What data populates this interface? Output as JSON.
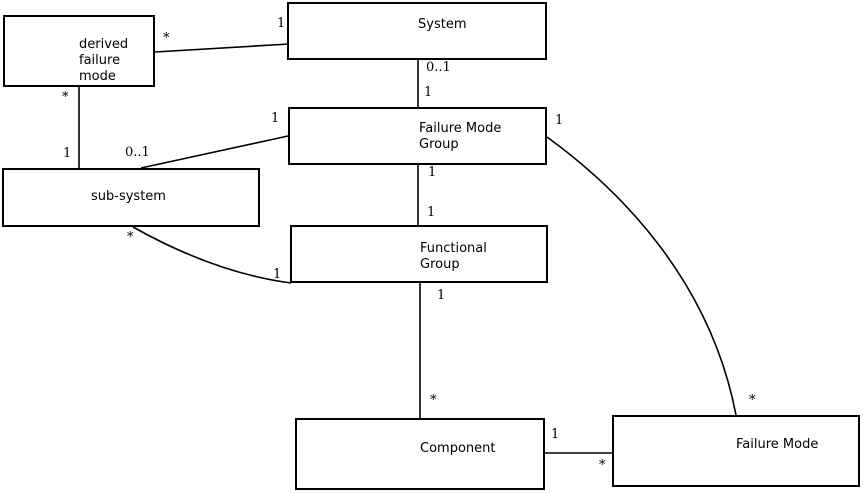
{
  "diagram": {
    "background_color": "#ffffff",
    "line_color": "#000000",
    "text_color": "#000000",
    "nodes": [
      {
        "id": "derived-failure-mode",
        "lines": [
          "derived",
          "failure",
          "mode"
        ]
      },
      {
        "id": "system",
        "lines": [
          "System"
        ]
      },
      {
        "id": "failure-mode-group",
        "lines": [
          "Failure Mode",
          "Group"
        ]
      },
      {
        "id": "sub-system",
        "lines": [
          "sub-system"
        ]
      },
      {
        "id": "functional-group",
        "lines": [
          "Functional",
          "Group"
        ]
      },
      {
        "id": "component",
        "lines": [
          "Component"
        ]
      },
      {
        "id": "failure-mode",
        "lines": [
          "Failure Mode"
        ]
      }
    ],
    "edges": [
      {
        "from": "derived failure mode",
        "to": "System",
        "from_mult": "*",
        "to_mult": "1"
      },
      {
        "from": "derived failure mode",
        "to": "sub-system",
        "from_mult": "*",
        "to_mult": "1"
      },
      {
        "from": "System",
        "to": "Failure Mode Group",
        "from_mult": "0..1",
        "to_mult": "1"
      },
      {
        "from": "Failure Mode Group",
        "to": "sub-system",
        "from_mult": "1",
        "to_mult": "0..1"
      },
      {
        "from": "Failure Mode Group",
        "to": "Functional Group",
        "from_mult": "1",
        "to_mult": "1"
      },
      {
        "from": "sub-system",
        "to": "Functional Group",
        "from_mult": "*",
        "to_mult": "1"
      },
      {
        "from": "Functional Group",
        "to": "Component",
        "from_mult": "1",
        "to_mult": "*"
      },
      {
        "from": "Component",
        "to": "Failure Mode",
        "from_mult": "1",
        "to_mult": "*"
      },
      {
        "from": "Failure Mode Group",
        "to": "Failure Mode",
        "from_mult": "1",
        "to_mult": "*"
      }
    ]
  }
}
